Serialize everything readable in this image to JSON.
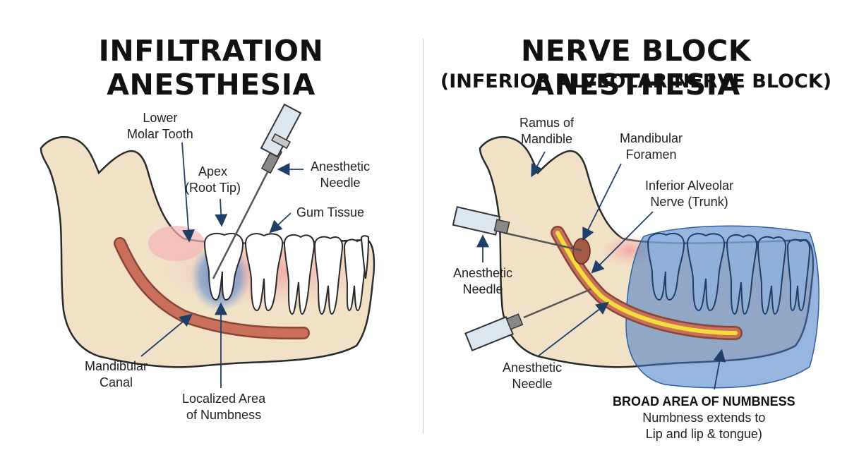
{
  "left": {
    "title": "INFILTRATION ANESTHESIA",
    "labels": {
      "lower_molar_tooth": [
        "Lower",
        "Molar Tooth"
      ],
      "apex": [
        "Apex",
        "(Root Tip)"
      ],
      "anesthetic_needle": [
        "Anesthetic",
        "Needle"
      ],
      "gum_tissue": [
        "Gum Tissue"
      ],
      "mandibular_canal": [
        "Mandibular",
        "Canal"
      ],
      "localized_area": [
        "Localized Area",
        "of Numbness"
      ]
    }
  },
  "right": {
    "title": "NERVE BLOCK ANESTHESIA",
    "subtitle": "(INFERIOR ALVEOLAR NERVE BLOCK)",
    "labels": {
      "ramus": [
        "Ramus of",
        "Mandible"
      ],
      "mandibular_foramen": [
        "Mandibular",
        "Foramen"
      ],
      "inferior_alveolar_nerve": [
        "Inferior Alveolar",
        "Nerve (Trunk)"
      ],
      "anesthetic_needle_upper": [
        "Anesthetic",
        "Needle"
      ],
      "anesthetic_needle_lower": [
        "Anesthetic",
        "Needle"
      ],
      "broad_area_heading": "BROAD AREA OF NUMBNESS",
      "broad_area_text": [
        "Numbness extends to",
        "Lip and lip & tongue)"
      ]
    }
  },
  "colors": {
    "bone": "#f1e2c7",
    "bone_outline": "#2a2a2a",
    "canal": "#c8705a",
    "gum": "#f3b5b5",
    "numbness_blue": "#3f78c4",
    "nerve_yellow": "#f3dd3a",
    "arrow_navy": "#1f3f66"
  }
}
